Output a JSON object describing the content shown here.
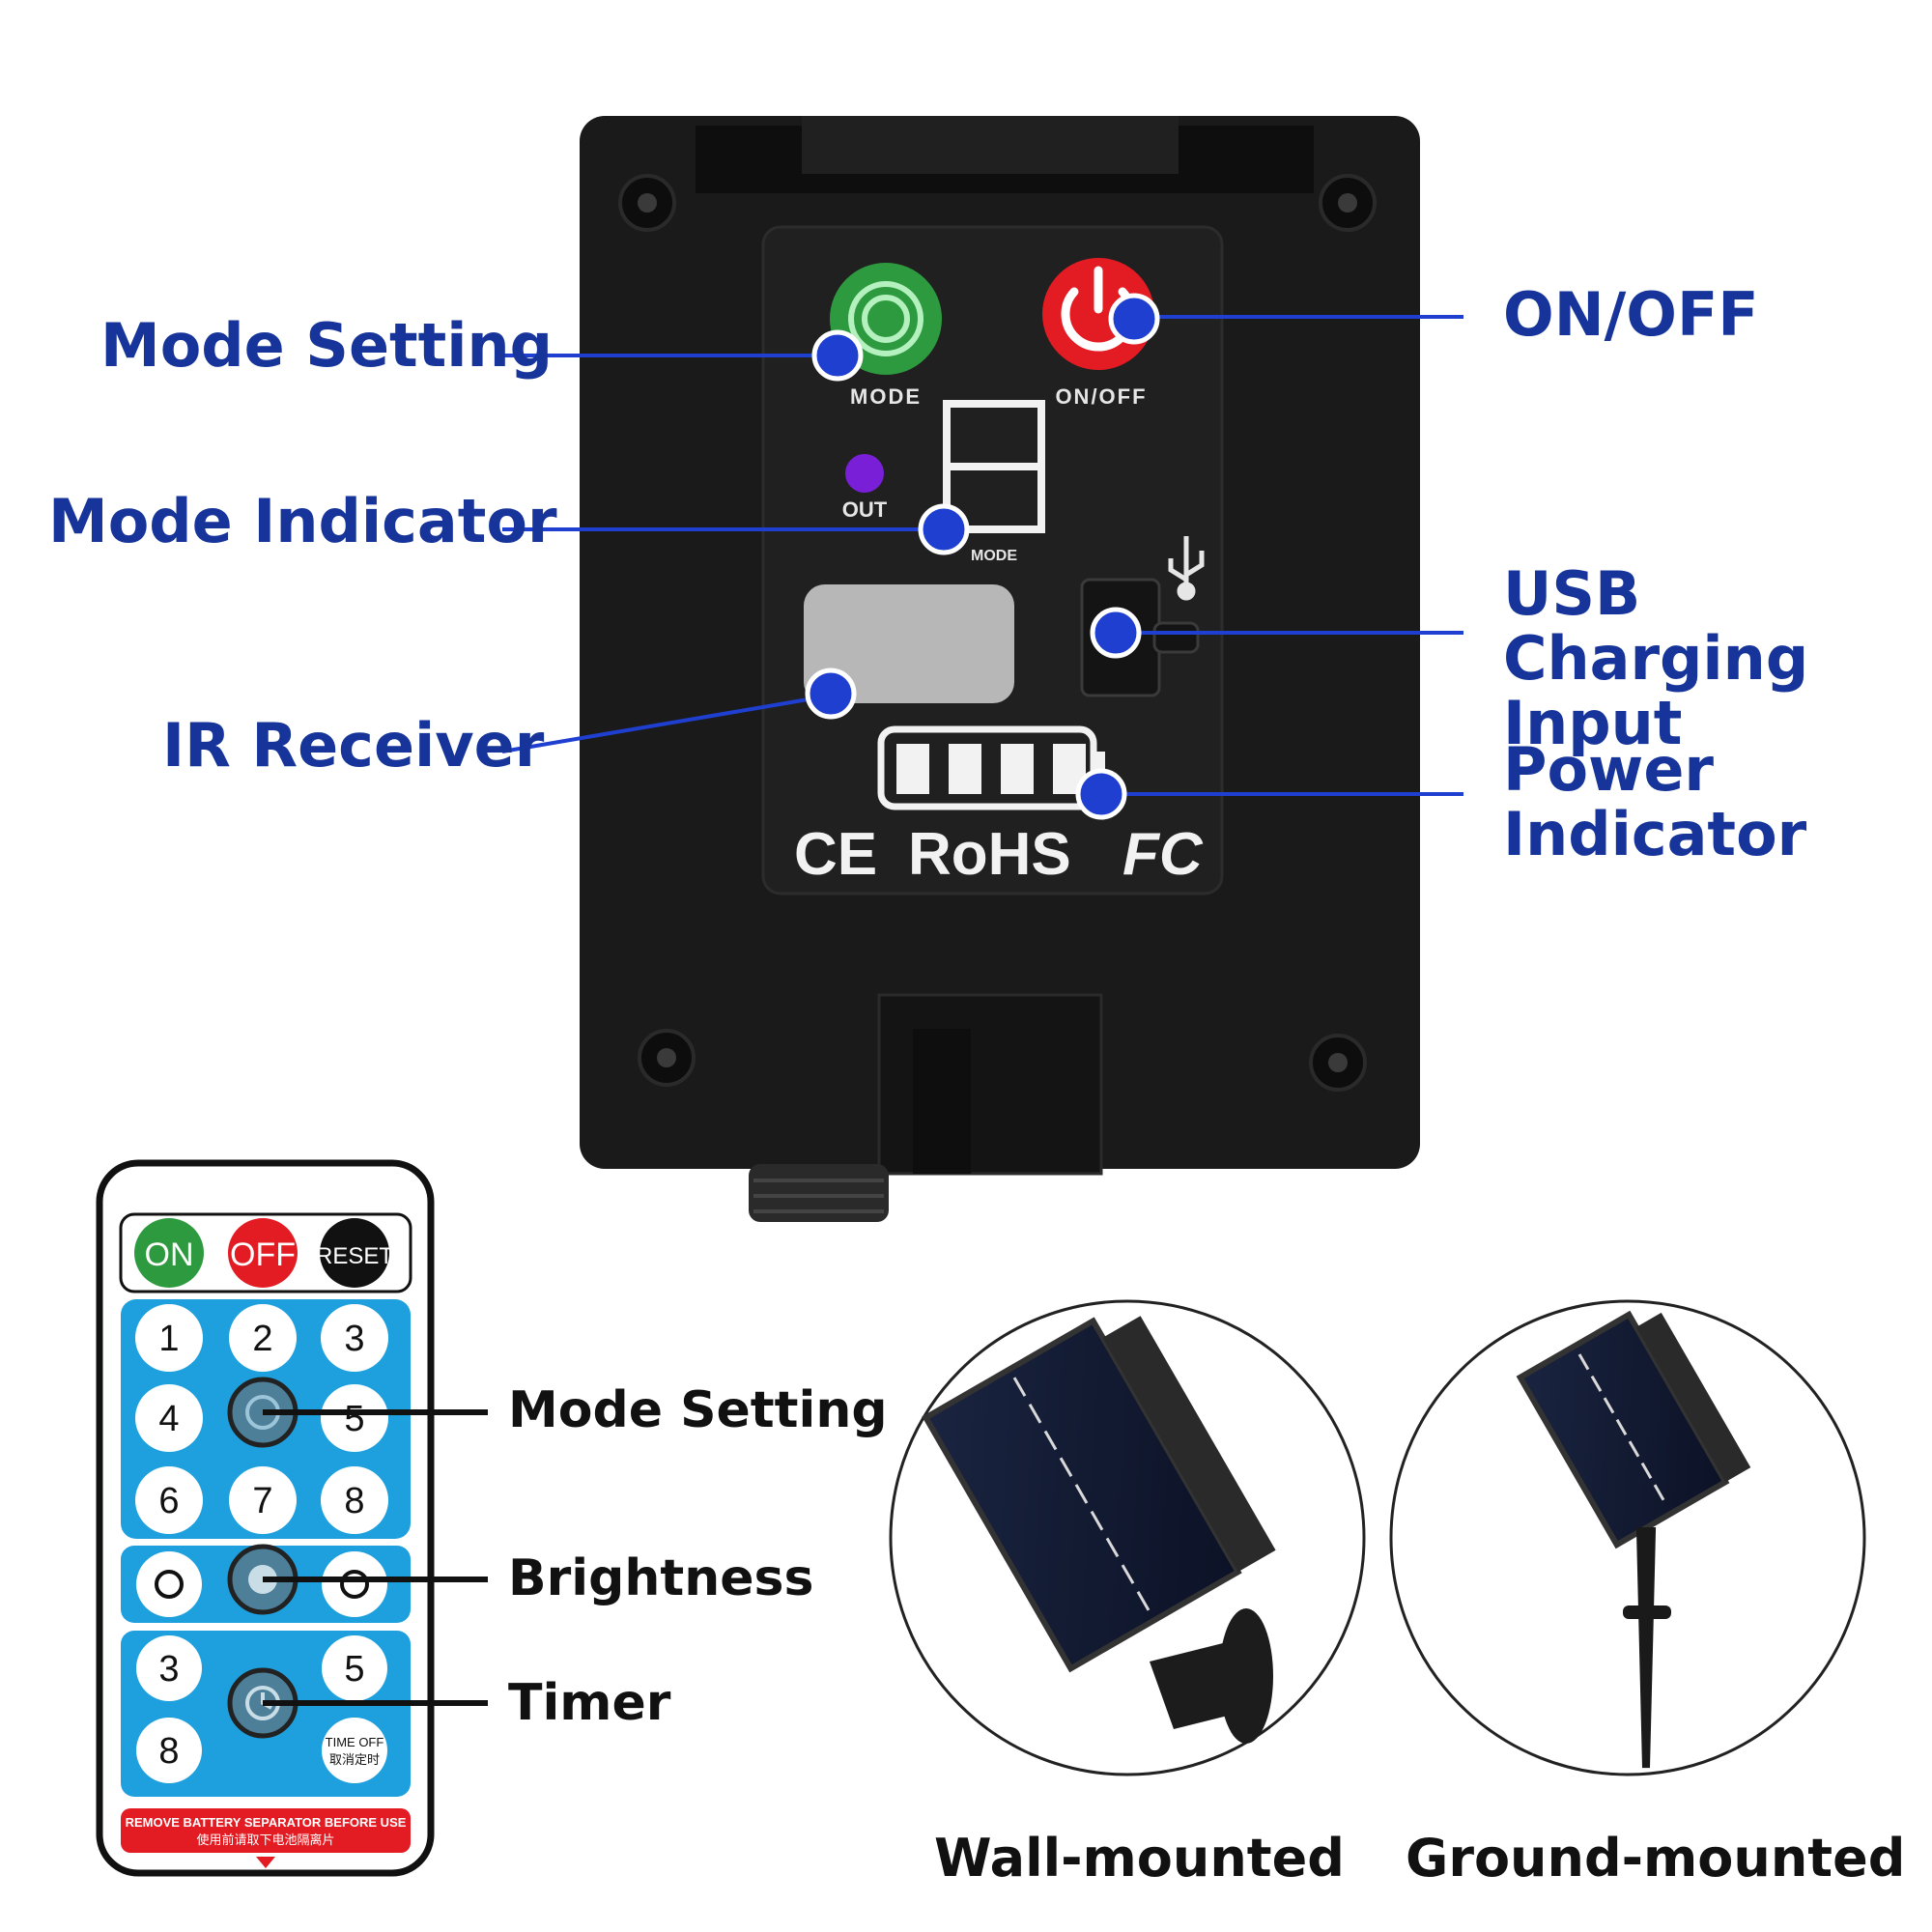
{
  "controller": {
    "mode_button_label": "MODE",
    "onoff_button_label": "ON/OFF",
    "out_led_label": "OUT",
    "digit_label": "MODE",
    "certifications": [
      "CE",
      "RoHS",
      "FC"
    ],
    "battery_level": "4/4 bars",
    "colors": {
      "mode_button": "#2e9a3f",
      "power_button": "#e31b23",
      "out_led": "#7a1fd8",
      "callout": "#16349a",
      "marker": "#1f3fd0"
    }
  },
  "callouts": {
    "mode_setting": "Mode Setting",
    "mode_indicator": "Mode Indicator",
    "ir_receiver": "IR Receiver",
    "on_off": "ON/OFF",
    "usb_charging_input": "USB Charging Input",
    "power_indicator": "Power Indicator"
  },
  "remote": {
    "top_buttons": [
      "ON",
      "OFF",
      "RESET"
    ],
    "number_rows": [
      [
        "1",
        "2",
        "3"
      ],
      [
        "4",
        "",
        "5"
      ],
      [
        "6",
        "7",
        "8"
      ]
    ],
    "brightness_icons": [
      "brightness-down-icon",
      "dimmer-icon",
      "brightness-up-icon"
    ],
    "timer_numbers": [
      "3",
      "5",
      "8"
    ],
    "timer_off_label_en": "TIME OFF",
    "timer_off_label_cn": "取消定时",
    "warning_en": "REMOVE BATTERY SEPARATOR BEFORE USE",
    "warning_cn": "使用前请取下电池隔离片",
    "labels": {
      "mode_setting": "Mode Setting",
      "brightness": "Brightness",
      "timer": "Timer"
    }
  },
  "mounting": {
    "wall": "Wall-mounted",
    "ground": "Ground-mounted"
  }
}
